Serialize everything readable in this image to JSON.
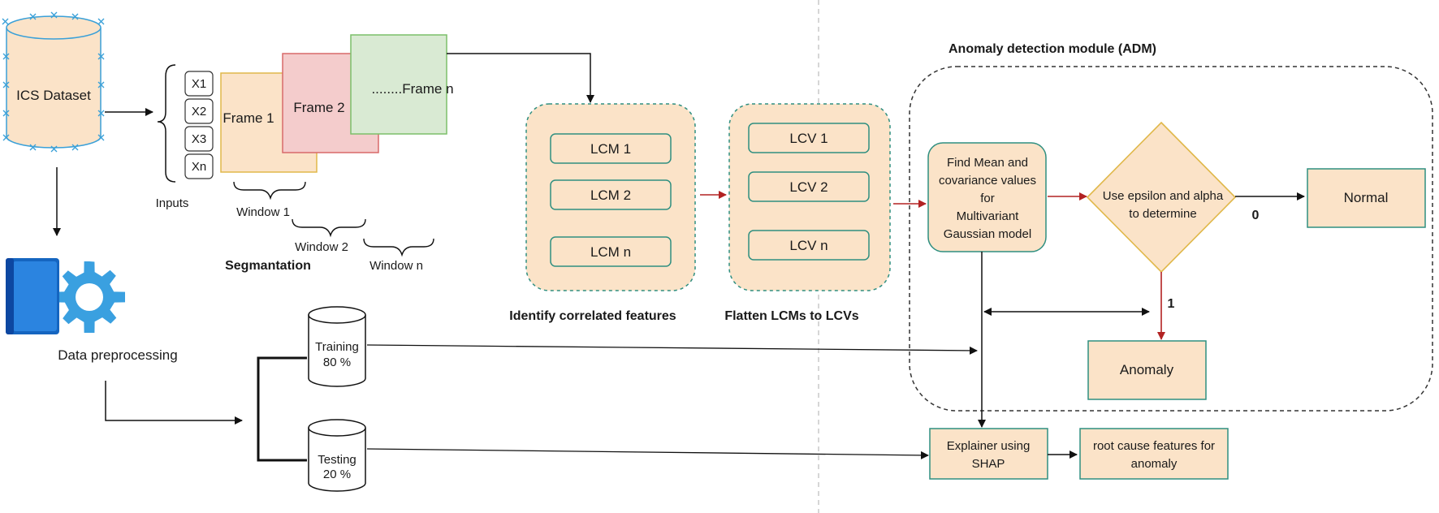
{
  "dataset": {
    "label": "ICS Dataset"
  },
  "inputs": {
    "items": [
      "X1",
      "X2",
      "X3",
      "Xn"
    ],
    "label": "Inputs"
  },
  "frames": [
    "Frame 1",
    "Frame 2",
    "........Frame n"
  ],
  "windows": [
    "Window 1",
    "Window 2",
    "Window n"
  ],
  "segmentation_label": "Segmantation",
  "preprocessing_label": "Data preprocessing",
  "split": {
    "training": {
      "label": "Training",
      "pct": "80 %"
    },
    "testing": {
      "label": "Testing",
      "pct": "20 %"
    }
  },
  "lcm": {
    "items": [
      "LCM 1",
      "LCM 2",
      "LCM n"
    ],
    "caption": "Identify correlated features"
  },
  "lcv": {
    "items": [
      "LCV 1",
      "LCV 2",
      "LCV n"
    ],
    "caption": "Flatten LCMs to LCVs"
  },
  "adm": {
    "title": "Anomaly detection module (ADM)",
    "mean_box": [
      "Find Mean and",
      "covariance values",
      "for",
      "Multivariant",
      "Gaussian model"
    ],
    "decision": [
      "Use epsilon and alpha",
      "to determine"
    ],
    "normal": "Normal",
    "anomaly": "Anomaly",
    "label_zero": "0",
    "label_one": "1"
  },
  "explainer": [
    "Explainer using",
    "SHAP"
  ],
  "root_cause": [
    "root cause features for",
    "anomaly"
  ],
  "colors": {
    "box_fill": "#fbe3c8",
    "box_border": "#2f8f80",
    "frame1_fill": "#fbe3c8",
    "frame1_border": "#e0b84a",
    "frame2_fill": "#f4cccc",
    "frame2_border": "#d86a6a",
    "framen_fill": "#d9ead3",
    "framen_border": "#7cbf6a",
    "diamond_border": "#e0b84a",
    "red_arrow": "#b22222",
    "dataset_marker": "#3aa0d8"
  }
}
